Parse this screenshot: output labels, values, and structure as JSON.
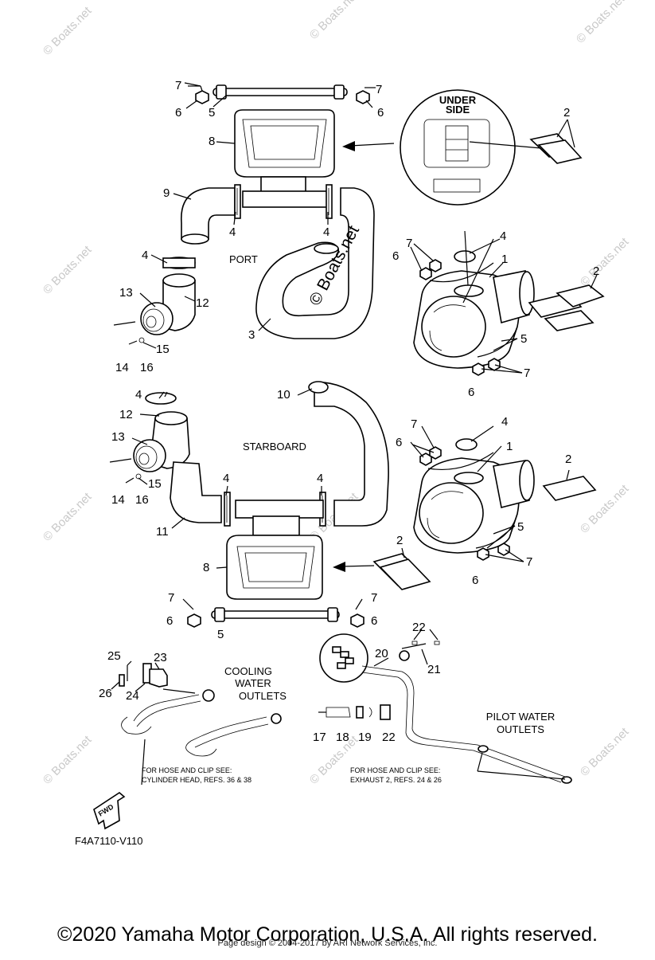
{
  "labels": {
    "under_side": "UNDER SIDE",
    "under": "UNDER",
    "side": "SIDE",
    "port": "PORT",
    "starboard": "STARBOARD",
    "watermark_center": "© Boats.net",
    "cooling1": "COOLING",
    "cooling2": "WATER",
    "cooling3": "OUTLETS",
    "pilot1": "PILOT WATER",
    "pilot2": "OUTLETS",
    "note_left1": "FOR HOSE AND CLIP SEE:",
    "note_left2": "CYLINDER HEAD, REFS. 36 & 38",
    "note_right1": "FOR HOSE AND CLIP SEE:",
    "note_right2": "EXHAUST 2, REFS. 24 & 26",
    "fwd": "FWD",
    "diagram_code": "F4A7110-V110",
    "watermark": "© Boats.net"
  },
  "callouts": [
    "1",
    "2",
    "3",
    "4",
    "5",
    "6",
    "7",
    "8",
    "9",
    "10",
    "11",
    "12",
    "13",
    "14",
    "15",
    "16",
    "17",
    "18",
    "19",
    "20",
    "21",
    "22",
    "23",
    "24",
    "25",
    "26"
  ],
  "footer": {
    "copyright": "©2020 Yamaha Motor Corporation, U.S.A. All rights reserved.",
    "page_design": "Page design © 2004-2017 by ARI Network Services, Inc."
  }
}
